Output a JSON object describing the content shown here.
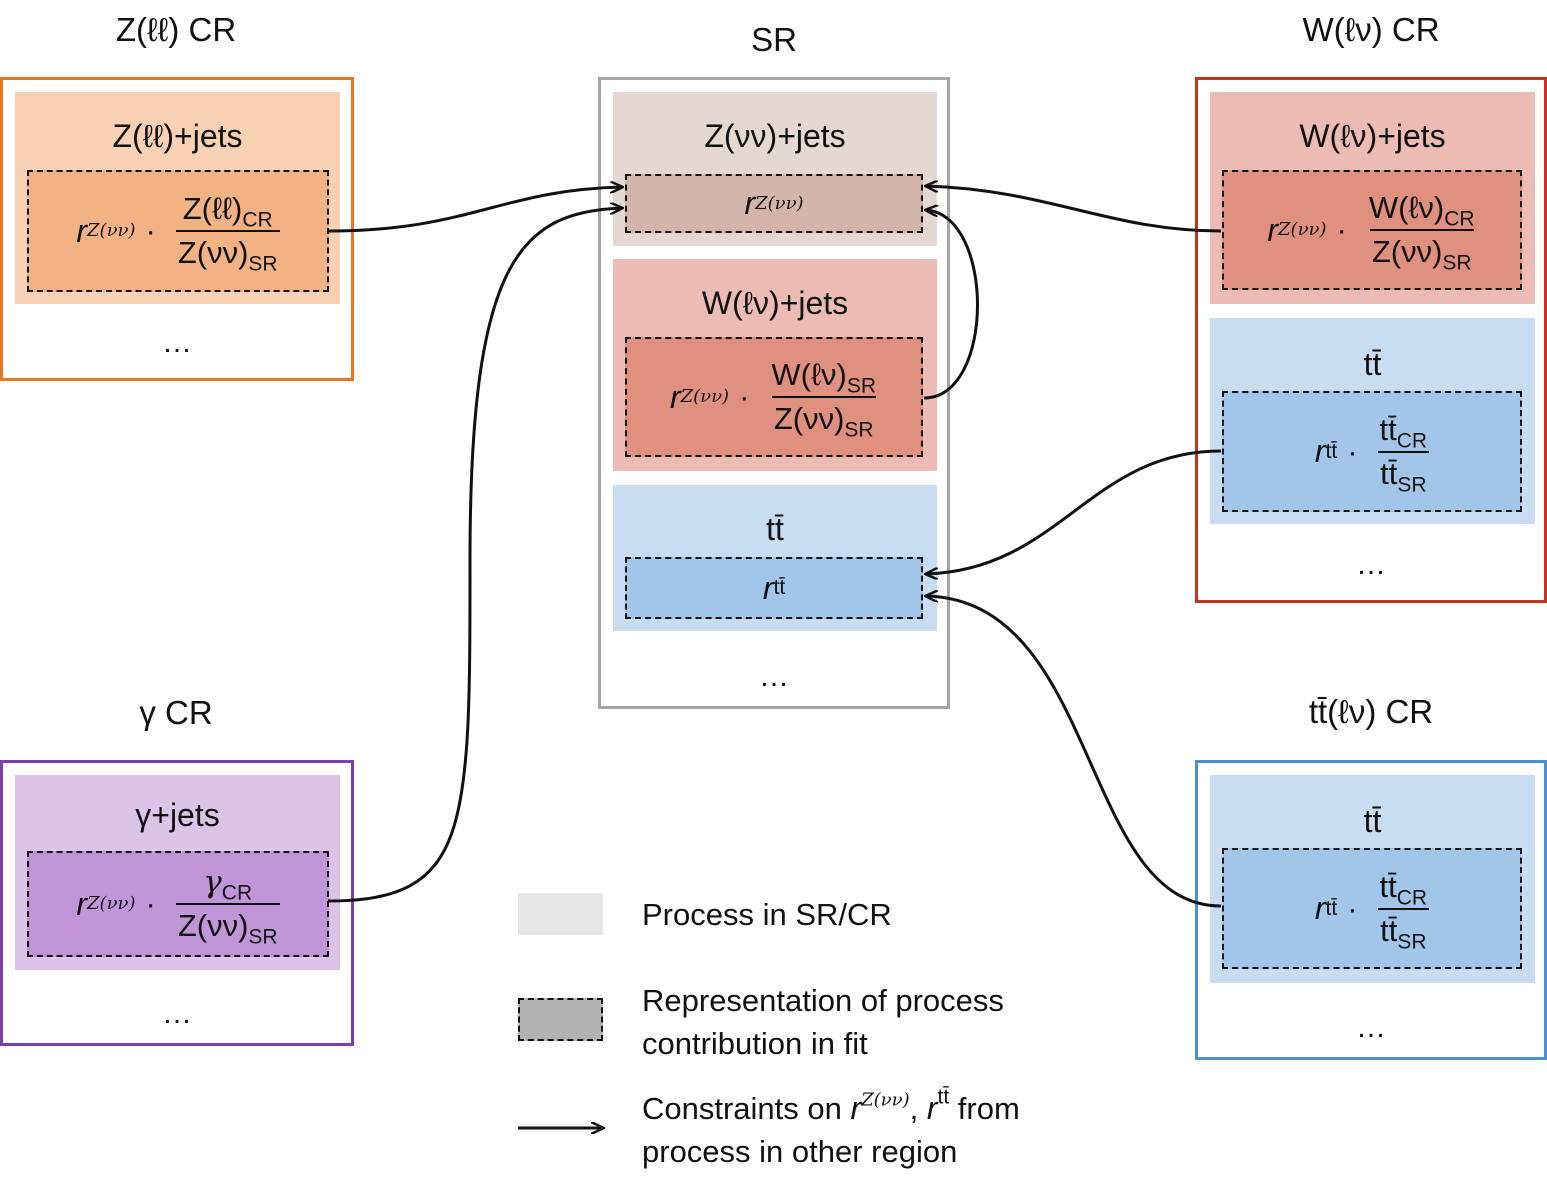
{
  "regions": {
    "zll_cr": {
      "title": "Z(ℓℓ) CR",
      "process": "Z(ℓℓ)+jets",
      "dots": "…",
      "border_color": "#e87722",
      "process_color": "#f8d1b4",
      "rep_color": "#f3b283"
    },
    "sr": {
      "title": "SR",
      "dots": "…",
      "border_color": "#a6a6a6",
      "znn_process": "Z(νν)+jets",
      "wln_process": "W(ℓν)+jets",
      "tt_process": "tt̄",
      "znn_color": "#e5d7d1",
      "znn_rep_color": "#d3b5ab",
      "wln_color": "#ecbcb4",
      "wln_rep_color": "#e0907f",
      "tt_color": "#c8dcf2",
      "tt_rep_color": "#a2c6ea"
    },
    "wln_cr": {
      "title": "W(ℓν) CR",
      "wln_process": "W(ℓν)+jets",
      "tt_process": "tt̄",
      "dots": "…",
      "border_color": "#c0351e"
    },
    "gamma_cr": {
      "title": "γ CR",
      "process": "γ+jets",
      "dots": "…",
      "border_color": "#7b3fb0",
      "process_color": "#dcc3e8",
      "rep_color": "#c196d9"
    },
    "ttln_cr": {
      "title": "tt̄(ℓν) CR",
      "process": "tt̄",
      "dots": "…",
      "border_color": "#4a8fd0"
    }
  },
  "formulas": {
    "r_letter": "r",
    "znn_sup": "Z(νν)",
    "tt_sup": "tt̄",
    "dot": "·",
    "zll_num": "Z(ℓℓ)",
    "wln_num": "W(ℓν)",
    "znn_den": "Z(νν)",
    "gamma_num": "γ",
    "tt_base": "tt̄",
    "sub_cr": "CR",
    "sub_sr": "SR"
  },
  "legend": {
    "process_label": "Process in SR/CR",
    "rep_label_line1": "Representation of process",
    "rep_label_line2": "contribution in fit",
    "constraint_prefix": "Constraints on ",
    "constraint_sep": ", ",
    "constraint_suffix": " from",
    "constraint_line2": "process in other region",
    "process_swatch": "#e6e6e6",
    "rep_swatch": "#b3b3b3"
  }
}
